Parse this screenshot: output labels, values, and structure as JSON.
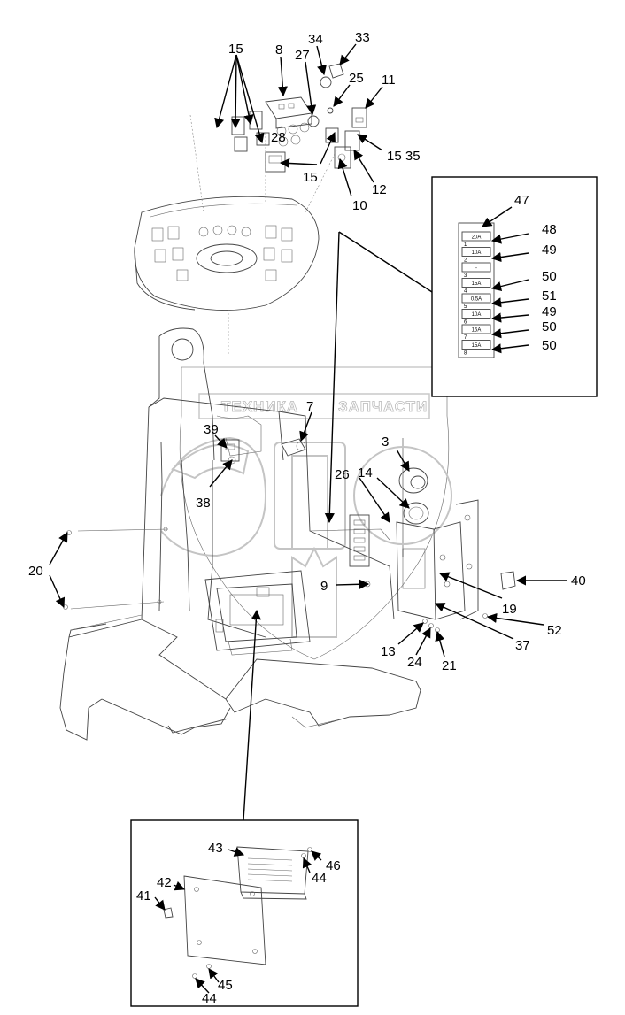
{
  "watermark": {
    "left": "ТЕХНИКА",
    "right": "ЗАПЧАСТИ",
    "logo": "ЭПФ"
  },
  "callouts": [
    {
      "text": "15"
    },
    {
      "text": "8"
    },
    {
      "text": "34"
    },
    {
      "text": "33"
    },
    {
      "text": "27"
    },
    {
      "text": "25"
    },
    {
      "text": "11"
    },
    {
      "text": "28"
    },
    {
      "text": "15"
    },
    {
      "text": "12"
    },
    {
      "text": "15 35"
    },
    {
      "text": "10"
    },
    {
      "text": "47"
    },
    {
      "text": "48"
    },
    {
      "text": "49"
    },
    {
      "text": "50"
    },
    {
      "text": "51"
    },
    {
      "text": "49"
    },
    {
      "text": "50"
    },
    {
      "text": "50"
    },
    {
      "text": "7"
    },
    {
      "text": "39"
    },
    {
      "text": "3"
    },
    {
      "text": "26"
    },
    {
      "text": "14"
    },
    {
      "text": "38"
    },
    {
      "text": "20"
    },
    {
      "text": "9"
    },
    {
      "text": "40"
    },
    {
      "text": "19"
    },
    {
      "text": "52"
    },
    {
      "text": "37"
    },
    {
      "text": "13"
    },
    {
      "text": "24"
    },
    {
      "text": "21"
    },
    {
      "text": "43"
    },
    {
      "text": "46"
    },
    {
      "text": "44"
    },
    {
      "text": "42"
    },
    {
      "text": "41"
    },
    {
      "text": "45"
    },
    {
      "text": "44"
    }
  ],
  "fuse_block": {
    "ratings": [
      "20A",
      "10A",
      "-",
      "15A",
      "0.5A",
      "10A",
      "15A",
      "15A"
    ],
    "positions": [
      "1",
      "2",
      "3",
      "4",
      "5",
      "6",
      "7",
      "8"
    ]
  }
}
